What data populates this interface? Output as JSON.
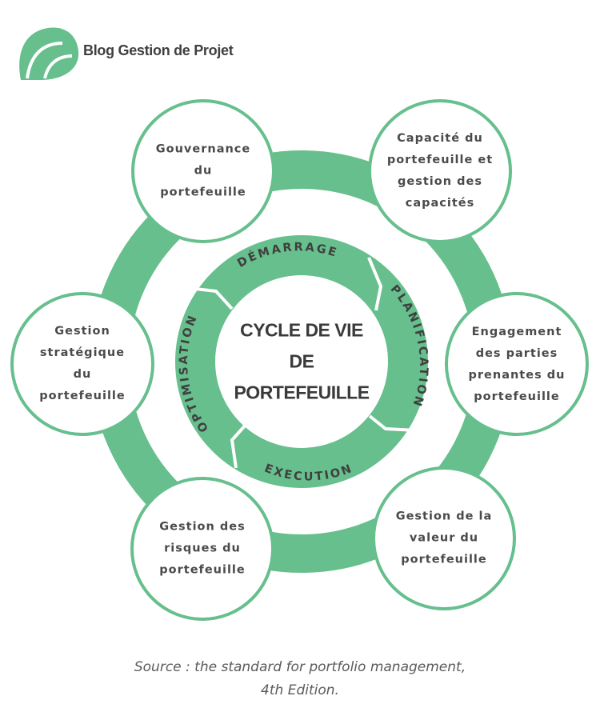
{
  "brand": {
    "name": "Blog Gestion de Projet",
    "logo_icon": "leaf-logo-icon",
    "color": "#66bf8c"
  },
  "colors": {
    "ring": "#66bf8c",
    "circle_border": "#66bf8c",
    "circle_fill": "#ffffff",
    "text": "#4a4a4a"
  },
  "center": {
    "title": "CYCLE DE VIE\nDE PORTEFEUILLE"
  },
  "phases": [
    {
      "id": "demarrage",
      "label": "DÉMARRAGE"
    },
    {
      "id": "planification",
      "label": "PLANIFICATION"
    },
    {
      "id": "execution",
      "label": "EXECUTION"
    },
    {
      "id": "optimisation",
      "label": "OPTIMISATION"
    }
  ],
  "nodes": [
    {
      "id": "gouvernance",
      "label": "Gouvernance\ndu\nportefeuille"
    },
    {
      "id": "capacite",
      "label": "Capacité du\nportefeuille et\ngestion des\ncapacités"
    },
    {
      "id": "engagement",
      "label": "Engagement\ndes parties\nprenantes du\nportefeuille"
    },
    {
      "id": "valeur",
      "label": "Gestion de la\nvaleur du\nportefeuille"
    },
    {
      "id": "risques",
      "label": "Gestion des\nrisques du\nportefeuille"
    },
    {
      "id": "strategique",
      "label": "Gestion\nstratégique\ndu\nportefeuille"
    }
  ],
  "source": "Source : the standard for portfolio management,\n4th Edition."
}
